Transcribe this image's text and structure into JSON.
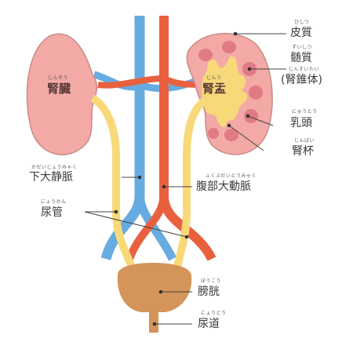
{
  "labels": {
    "left_kidney": {
      "text": "腎臓",
      "reading": "じんぞう"
    },
    "renal_pelvis": {
      "text": "腎盂",
      "reading": "じんう"
    },
    "cortex": {
      "text": "皮質",
      "reading": "ひしつ"
    },
    "medulla": {
      "text": "髄質",
      "reading": "ずいしつ"
    },
    "pyramid": {
      "text": "(腎錐体)",
      "reading": "じんすいたい"
    },
    "papilla": {
      "text": "乳頭",
      "reading": "にゅうとう"
    },
    "calyx": {
      "text": "腎杯",
      "reading": "じんぱい"
    },
    "ivc": {
      "text": "下大静脈",
      "reading": "かだいじょうみゃく"
    },
    "aorta": {
      "text": "腹部大動脈",
      "reading": "ふくぶだいどうみゃく"
    },
    "ureter": {
      "text": "尿管",
      "reading": "にょうかん"
    },
    "bladder": {
      "text": "膀胱",
      "reading": "ぼうこう"
    },
    "urethra": {
      "text": "尿道",
      "reading": "にょうどう"
    }
  },
  "colors": {
    "kidney": "#f3a9a6",
    "kidney_outline": "#c98b86",
    "medulla": "#e07a83",
    "pelvis": "#f8d97a",
    "ureter": "#f8d97a",
    "vein": "#67ace0",
    "artery": "#e9603f",
    "bladder": "#d4945a",
    "leader": "#444444"
  }
}
